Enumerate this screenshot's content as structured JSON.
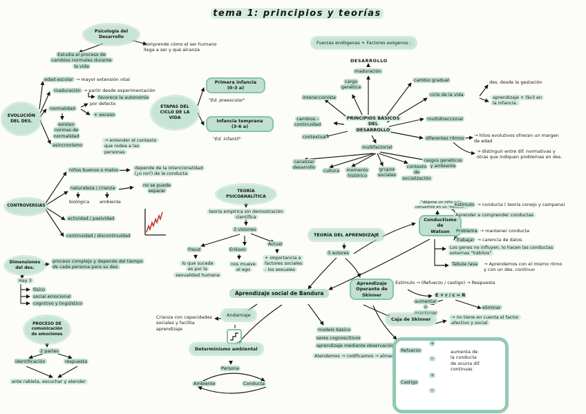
{
  "title": "tema 1: principios y teorías",
  "colors": {
    "highlight": "#bfe0d2",
    "ink": "#161616",
    "red": "#c4352a"
  },
  "psicologia": {
    "label": "Psicología del\nDesarrollo",
    "estudia": "Estudia el proceso de\ncambios normales durante\nla vida",
    "comprende": "comprende cómo el ser humano\nllega a ser y qué alcanza"
  },
  "evolucion": {
    "label": "EVOLUCIÓN\nDEL DES.",
    "edad_escolar": "edad escolar",
    "edad_escolar_note": "→ mayor extensión vital",
    "maduracion": "maduración",
    "maduracion_note": "→ partir desde experimentación",
    "maduracion_note2": "favorece la autonomía",
    "normalidad": "normalidad",
    "normalidad_def": "por defecto",
    "normalidad_exc": "+ exceso",
    "normalidad_sub": "existen\nnormas de\nnormalidad",
    "asincronismo": "asincronismo",
    "asincronismo_note": "→ entender el contexto\nque rodea a las\npersonas"
  },
  "etapas": {
    "label": "ETAPAS DEL\nCICLO DE LA\nVIDA",
    "primera": "Primera infancia\n(0-3 a)",
    "primera_sub": "\"Ed. preescolar\"",
    "temprana": "Infancia temprana\n(3-6 a)",
    "temprana_sub": "\"Ed. infantil\""
  },
  "principios": {
    "fuerzas": "Fuerzas endógenas + Factores exógenos :",
    "desarrollo": "DESARROLLO",
    "maduracion": "maduración",
    "carga": "carga\ngenética",
    "interaccionista": "interaccionista",
    "cambios": "cambios -\ncontinuidad",
    "contextual": "contextual",
    "hub": "PRINCIPIOS BÁSICOS DEL\nDESARROLLO",
    "gradual": "cambio gradual",
    "ciclo": "ciclo de la vida",
    "ciclo_note1": "des. desde la gestación",
    "ciclo_note2": "aprendizaje + fácil en\nla infancia.",
    "multidireccional": "multidireccional",
    "ritmos": "diferentes ritmos",
    "ritmos_note1": "→ hitos evolutivos ofrecen un margen\nde edad",
    "ritmos_note2": "→ distinguir entre dif. normativas y\notras que indiquen problemas en des.",
    "multifactorial": "multifactorial",
    "canalizar": "canalizar\ndesarrollo",
    "cultura": "cultura",
    "momento": "momento\nhistórico",
    "grupos": "grupos\nsociales",
    "contexto": "contexto\nde\nsocialización",
    "rasgos": "rasgos genéticos\ny ambiente"
  },
  "controversias": {
    "label": "CONTROVERSIAS",
    "ninos": "niños buenos o malos",
    "ninos_note": "depende de la intencionalidad\n(¿o no?) de la conducta",
    "naturaleza": "naturaleza / crianza",
    "biologica": "biológica",
    "ambiente": "ambiente",
    "separar": "no se puede\nseparar",
    "actividad": "actividad / pasividad",
    "continuidad": "continuidad / discontinuidad"
  },
  "dimensiones": {
    "label": "Dimensiones\ndel des.",
    "note": "proceso complejo y depende del tiempo\nde cada persona para su des.",
    "hay": "Hay 3",
    "items": [
      "físico",
      "social emocional",
      "cognitivo y lingüístico"
    ]
  },
  "proceso": {
    "label": "PROCESO DE\ncomunicación\nde emociones",
    "partes": "2 partes",
    "identificacion": "identificación",
    "respuesta": "respuesta",
    "nota": "ante rabieta, escuchar y atender"
  },
  "psicoanalitica": {
    "label": "TEORÍA\nPSICOANALÍTICA",
    "sub": "teoría empírica sin demostración\ncientífica",
    "visiones": "3 visiones",
    "freud": "Freud",
    "freud_note": "lo que sucede\nes por la\nsexualidad humana",
    "erikson": "Erikson",
    "erikson_note": "nos mueve\nel ego",
    "actual": "Actual",
    "actual_note": "+ importancia a\nfactores sociales\n- los sexuales"
  },
  "aprendizaje": {
    "label": "TEORÍA DEL APRENDIZAJE",
    "autores": "3 autores"
  },
  "conductismo": {
    "quote": "\"déjame un niño y lo\nconvertiré en un 'modelo'\"",
    "label": "Conductismo\nde\nWatson",
    "estimulo_l": "Estímulo",
    "estimulo_r": "→ conducta ( teoría conejo y campana)",
    "aprender": "Aprender a comprender conductas",
    "problema_l": "Problema",
    "problema_r": "→ mantener conducta",
    "trabajar_l": "Trabajar",
    "trabajar_r": "→ carencia de datos",
    "genes": "Los genes no influyen, lo hacen las conductas\nexternas \"hábitos\"",
    "tabula": "Tabula rasa",
    "tabula_note": "→ Aprendemos con el mismo ritmo\ny con un des. continuo"
  },
  "skinner": {
    "label": "Aprendizaje\nOperante de\nSkinner",
    "estimulo": "Estímulo → (Refuerzo / castigo) → Respuesta",
    "formula": "E + r / c = R",
    "aumentar": "aumentar\no\nmantener",
    "eliminar": "eliminar",
    "caja": "Caja de Skinner",
    "caja_note": "→ no tiene en cuenta el factor\nafectivo y social"
  },
  "bandura": {
    "label": "Aprendizaje social de Bandura",
    "andamiaje": "Andamiaje",
    "crianza": "Crianza con capacidades\nsociales y facilita\naprendizaje",
    "modelo": "modelo básico",
    "seres": "seres cognoscitivos",
    "observacion": "aprendizaje mediante observación",
    "secuencia": "Atendemos → codificamos → almacenamos",
    "determinismo": "Determinismo ambiental",
    "persona": "Persona",
    "ambiente": "Ambiente",
    "conducta": "Conducta"
  },
  "refuerzo_box": {
    "refuerzo": "Refuerzo",
    "castigo": "Castigo",
    "plus": "+",
    "minus": "−",
    "nota": "aumenta de\nla conducta\nde ocurra dif.\ncontinuas"
  }
}
